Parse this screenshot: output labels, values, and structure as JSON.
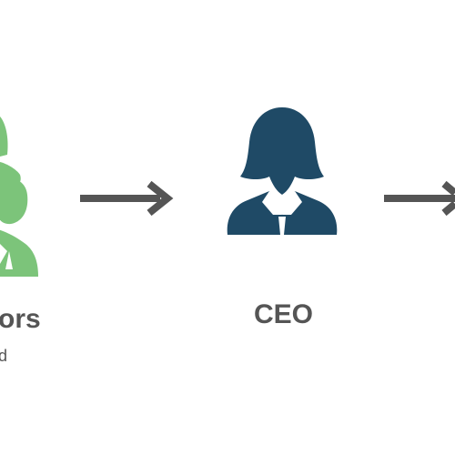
{
  "nodes": {
    "left": {
      "label": "ors",
      "sublabel": "d",
      "icon": "group-people-icon",
      "color": "#7CC47A"
    },
    "center": {
      "label": "CEO",
      "icon": "businesswoman-icon",
      "color": "#1F4A66"
    }
  },
  "connectors": {
    "color": "#555555"
  }
}
